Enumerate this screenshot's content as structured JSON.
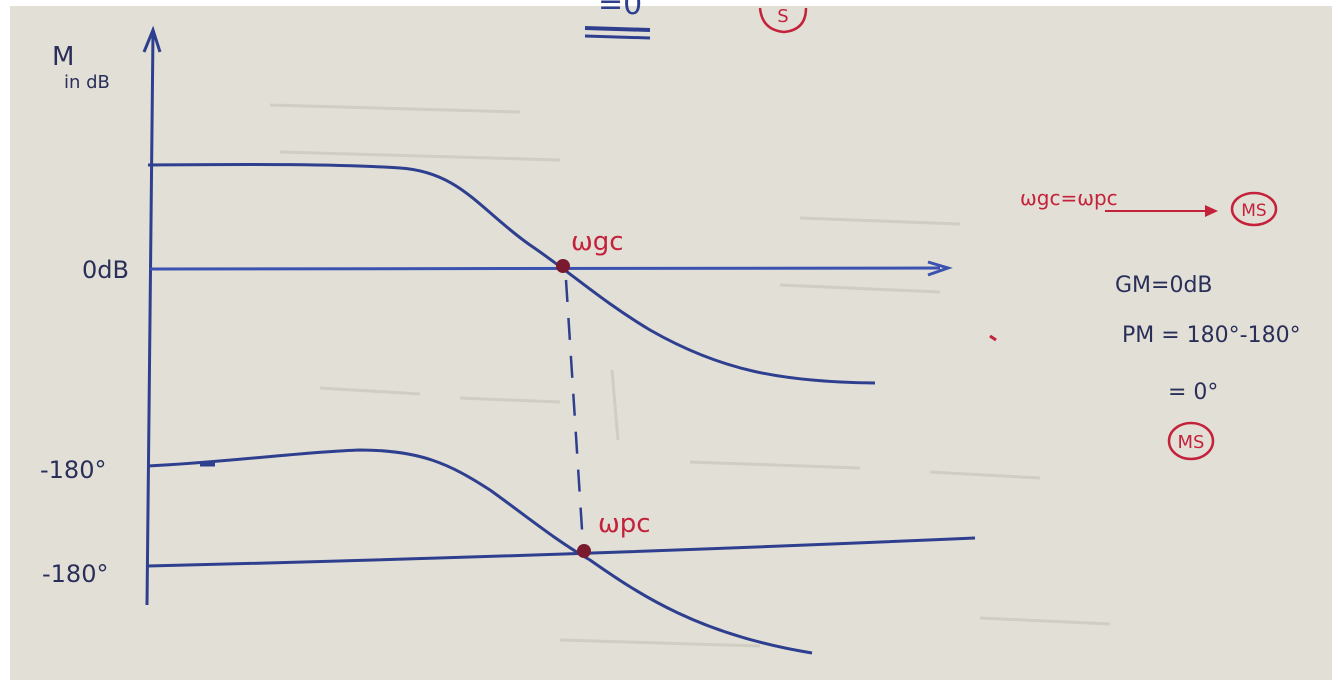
{
  "colors": {
    "paper": "#dfdcd3",
    "blue_ink": "#2f3f8f",
    "red_ink": "#c4213b",
    "dark_ink": "#2a2f5a"
  },
  "top": {
    "underlined_mark": "=0",
    "circled_mark": "S"
  },
  "magnitude_plot": {
    "axis_label_line1": "M",
    "axis_label_line2": "in dB",
    "zero_label": "0dB",
    "crossover_label": "ωgc"
  },
  "phase_plot": {
    "upper_label": "-180°",
    "lower_label": "-180°",
    "crossover_label": "ωpc"
  },
  "notes": {
    "condition": "ωgc=ωpc",
    "condition_result": "MS",
    "gain_margin": "GM=0dB",
    "phase_margin": "PM = 180°-180°",
    "phase_margin_result": "= 0°",
    "conclusion": "MS"
  }
}
